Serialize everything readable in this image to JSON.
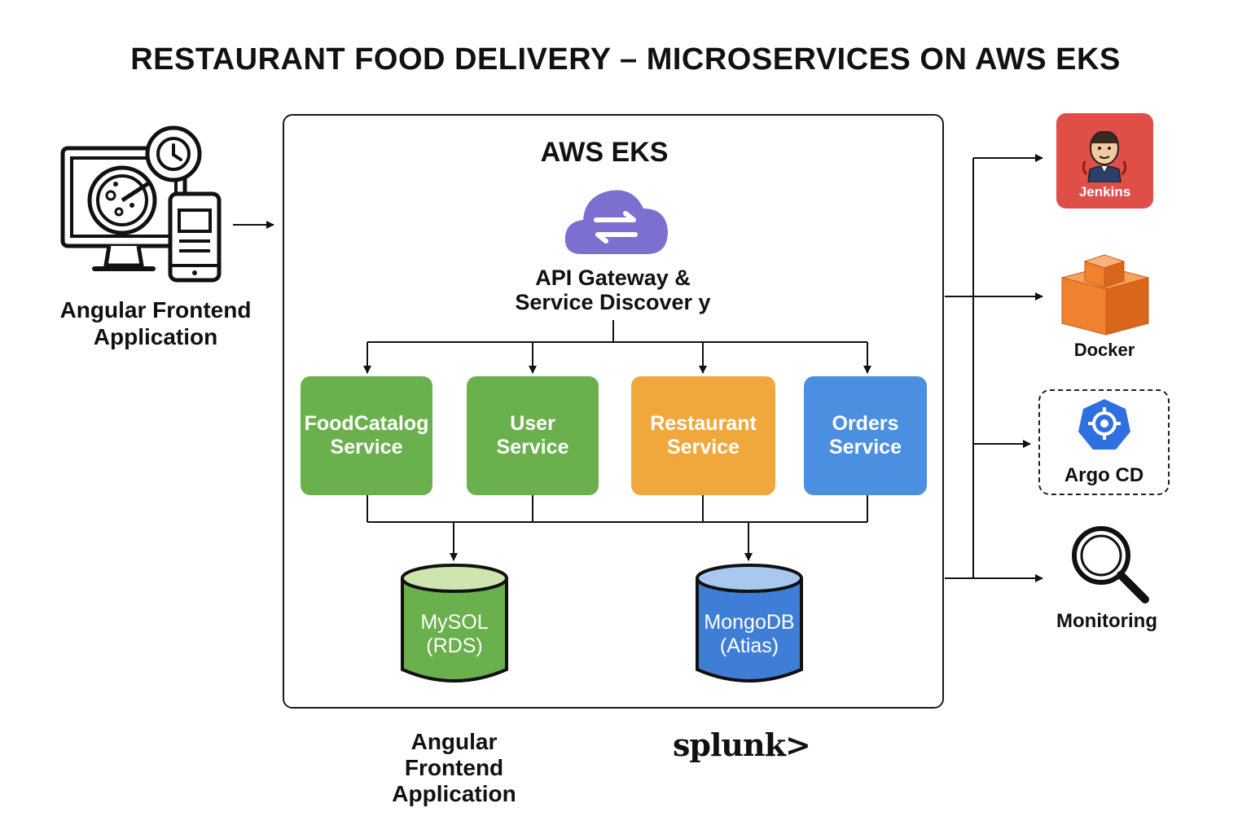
{
  "title": "RESTAURANT FOOD DELIVERY – MICROSERVICES ON AWS EKS",
  "frontend": {
    "label_line1": "Angular Frontend",
    "label_line2": "Application"
  },
  "eks": {
    "label": "AWS EKS",
    "gateway_line1": "API Gateway &",
    "gateway_line2": "Service Discover y"
  },
  "services": [
    {
      "line1": "FoodCatalog",
      "line2": "Service",
      "color": "#6ab04c"
    },
    {
      "line1": "User",
      "line2": "Service",
      "color": "#6ab04c"
    },
    {
      "line1": "Restaurant",
      "line2": "Service",
      "color": "#f0a83c"
    },
    {
      "line1": "Orders",
      "line2": "Service",
      "color": "#4a8fe0"
    }
  ],
  "databases": [
    {
      "line1": "MySOL",
      "line2": "(RDS)",
      "color": "#6ab04c"
    },
    {
      "line1": "MongoDB",
      "line2": "(Atias)",
      "color": "#3f7ed6"
    }
  ],
  "bottom_label": {
    "line1": "Angular",
    "line2": "Frontend",
    "line3": "Application"
  },
  "splunk_logo": "splunk>",
  "tools": {
    "jenkins": "Jenkins",
    "docker": "Docker",
    "argo": "Argo CD",
    "monitoring": "Monitoring"
  },
  "colors": {
    "gateway_cloud": "#7b6fd0",
    "jenkins_bg": "#e04e48",
    "docker": "#f0812e",
    "argo": "#2f6fe0"
  }
}
